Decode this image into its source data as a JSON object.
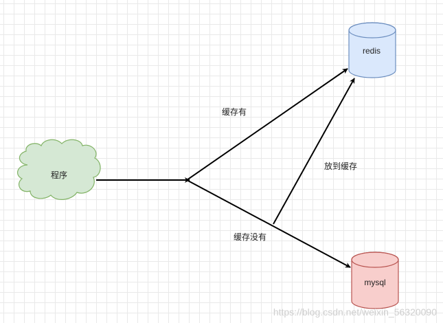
{
  "nodes": {
    "program": {
      "label": "程序",
      "fill": "#d5e8d4",
      "stroke": "#82b366"
    },
    "redis": {
      "label": "redis",
      "fill": "#dae8fc",
      "stroke": "#6c8ebf"
    },
    "mysql": {
      "label": "mysql",
      "fill": "#f8cecc",
      "stroke": "#b85450"
    }
  },
  "edges": {
    "cache_hit": {
      "label": "缓存有"
    },
    "cache_miss": {
      "label": "缓存没有"
    },
    "put_cache": {
      "label": "放到缓存"
    }
  },
  "watermark": {
    "text": "https://blog.csdn.net/weixin_56320090"
  }
}
